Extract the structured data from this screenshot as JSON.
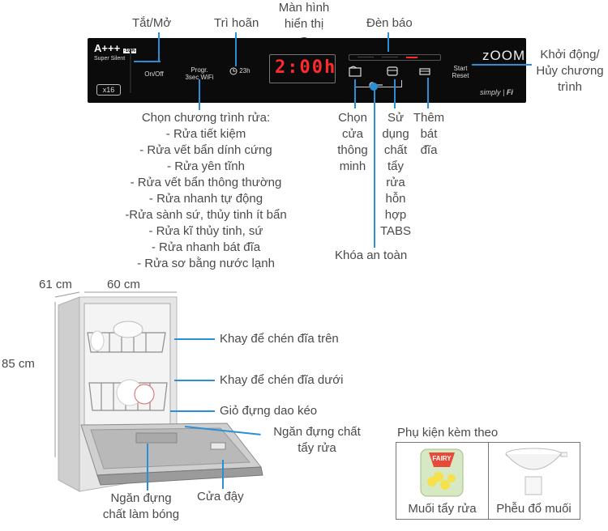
{
  "panel": {
    "brand_main": "A+++",
    "brand_badge": "-10%",
    "brand_sub": "Super Silent",
    "capacity": "x16",
    "btn_onoff": "On/Off",
    "btn_progr": "Progr.",
    "btn_progr_sub": "3sec WiFi",
    "btn_delay": "23h",
    "display_text": "2:00h",
    "btn_start": "Start",
    "btn_start_sub": "Reset",
    "logo_zoom": "zOOM",
    "logo_simply": "simply",
    "logo_fi": "Fi"
  },
  "labels": {
    "onoff": "Tắt/Mở",
    "delay": "Trì hoãn",
    "display_l1": "Màn hình",
    "display_l2": "hiển thị",
    "indicator": "Đèn báo",
    "start_l1": "Khởi động/",
    "start_l2": "Hủy chương",
    "start_l3": "trình",
    "smart_l1": "Chọn",
    "smart_l2": "cửa",
    "smart_l3": "thông",
    "smart_l4": "minh",
    "tabs_l1": "Sử",
    "tabs_l2": "dụng",
    "tabs_l3": "chất",
    "tabs_l4": "tẩy",
    "tabs_l5": "rửa",
    "tabs_l6": "hỗn",
    "tabs_l7": "hợp",
    "tabs_l8": "TABS",
    "extra_l1": "Thêm",
    "extra_l2": "bát",
    "extra_l3": "đĩa",
    "lock": "Khóa an toàn"
  },
  "programs": {
    "title": "Chọn chương trình rửa:",
    "items": [
      "- Rửa tiết kiệm",
      "- Rửa vết bẩn dính cứng",
      "- Rửa yên tĩnh",
      "- Rửa vết bẩn thông thường",
      "- Rửa nhanh tự động",
      "-Rửa sành sứ, thủy tinh ít bẩn",
      "- Rửa kĩ thủy tinh, sứ",
      "- Rửa nhanh bát đĩa",
      "- Rửa sơ bằng nước lạnh"
    ]
  },
  "dimensions": {
    "depth": "61 cm",
    "width": "60 cm",
    "height": "85 cm"
  },
  "parts": {
    "upper_rack": "Khay để chén đĩa trên",
    "lower_rack": "Khay để chén đĩa dưới",
    "cutlery": "Giỏ đựng dao kéo",
    "detergent_l1": "Ngăn đựng chất",
    "detergent_l2": "tẩy rửa",
    "rinse_l1": "Ngăn đựng",
    "rinse_l2": "chất làm bóng",
    "door": "Cửa đậy"
  },
  "accessories": {
    "title": "Phụ kiện kèm theo",
    "item1": "Muối tẩy rửa",
    "item1_brand": "FAIRY",
    "item2": "Phễu đổ muối"
  },
  "colors": {
    "accent": "#2b8fd6",
    "panel": "#0b0b0b",
    "display": "#ff2b2b"
  }
}
